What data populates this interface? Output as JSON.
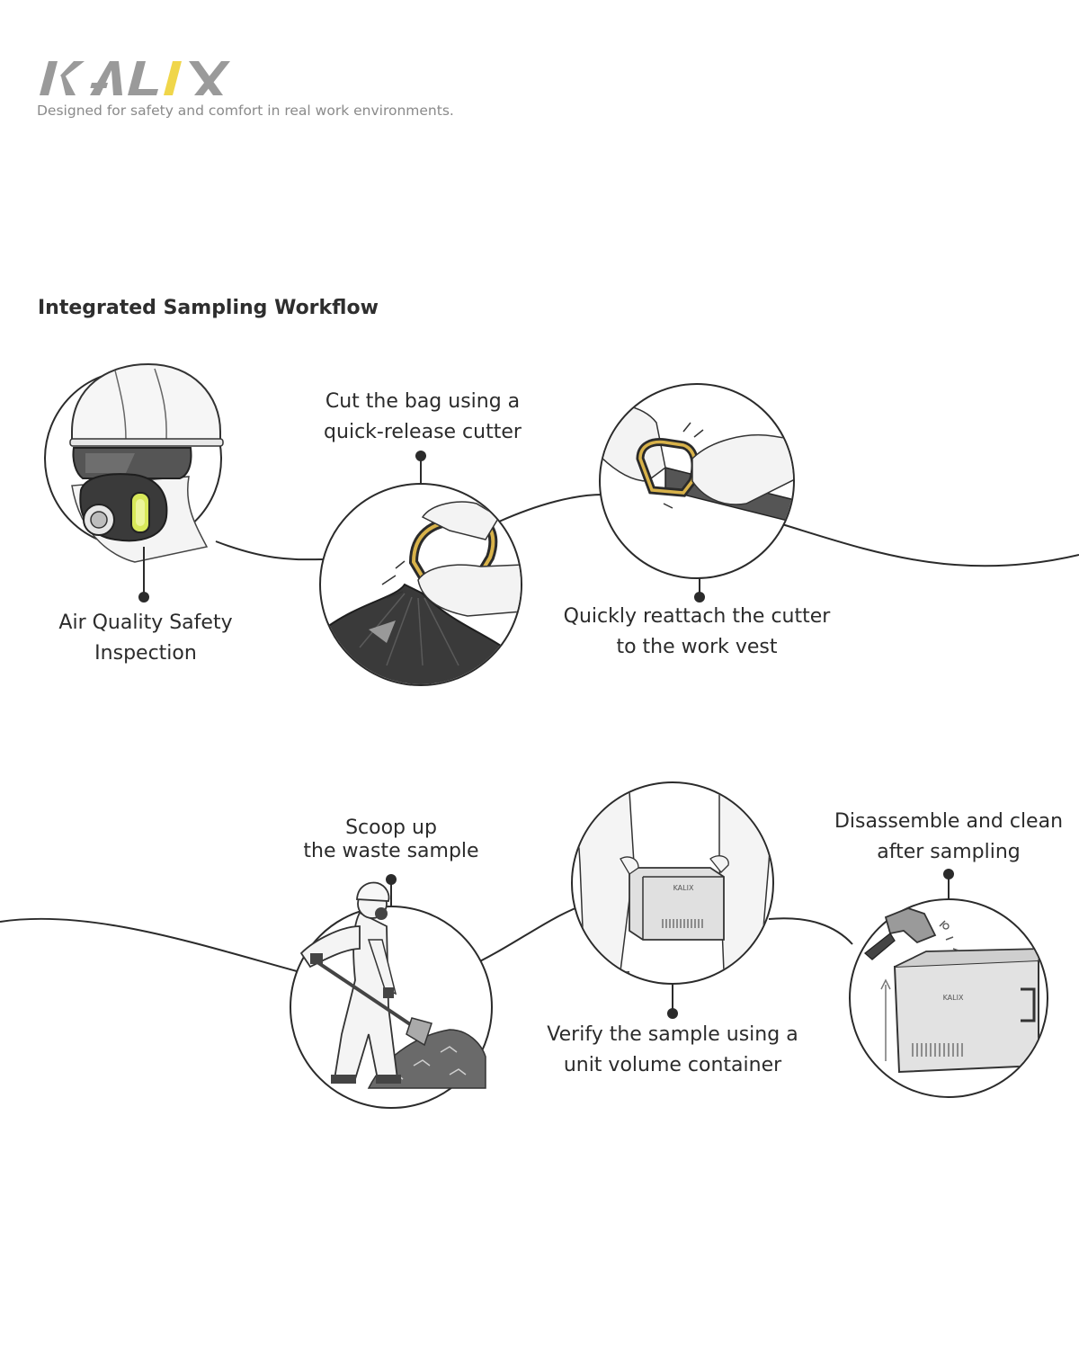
{
  "brand": {
    "logo_text": "KALIX",
    "tagline": "Designed for safety and comfort in real work environments.",
    "accent_color": "#f0d64a",
    "logo_color": "#9a9a9a"
  },
  "section_title": "Integrated Sampling Workflow",
  "steps": [
    {
      "lines": [
        "Air Quality Safety",
        "Inspection"
      ],
      "icon": "safety-helmet-respirator-icon"
    },
    {
      "lines": [
        "Cut the bag using a",
        "quick-release cutter"
      ],
      "icon": "bag-cutter-icon"
    },
    {
      "lines": [
        "Quickly reattach the cutter",
        "to the work vest"
      ],
      "icon": "cutter-vest-attach-icon"
    },
    {
      "lines": [
        "Scoop up",
        "the waste sample"
      ],
      "icon": "worker-shovel-icon"
    },
    {
      "lines": [
        "Verify the sample using a",
        "unit volume container"
      ],
      "icon": "container-carry-icon"
    },
    {
      "lines": [
        "Disassemble and clean",
        "after sampling"
      ],
      "icon": "container-wash-icon"
    }
  ],
  "container_label": "KALIX"
}
